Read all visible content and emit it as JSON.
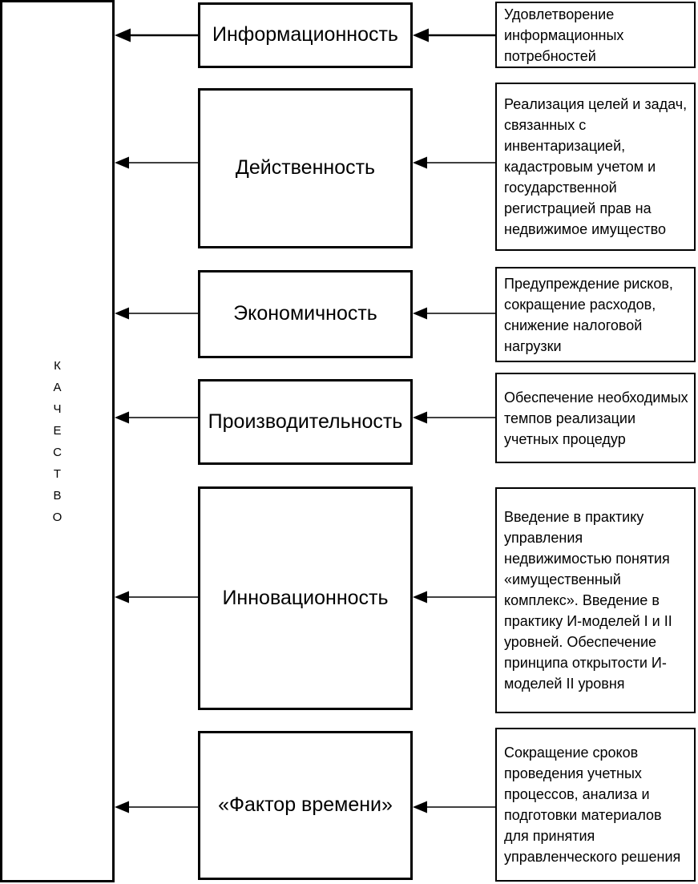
{
  "diagram": {
    "root": {
      "word": "КАЧЕСТВО",
      "letters": [
        "К",
        "А",
        "Ч",
        "Е",
        "С",
        "Т",
        "В",
        "О"
      ]
    },
    "rows": [
      {
        "criterion": "Информационность",
        "description": "Удовлетворение информационных потребностей"
      },
      {
        "criterion": "Действенность",
        "description": "Реализация целей и задач, связанных с инвентаризацией, кадастровым учетом и государственной регистрацией прав на недвижимое имущество"
      },
      {
        "criterion": "Экономичность",
        "description": "Предупреждение рисков, сокращение расходов, снижение налоговой нагрузки"
      },
      {
        "criterion": "Производительность",
        "description": "Обеспечение необходимых темпов реализации учетных процедур"
      },
      {
        "criterion": "Инновационность",
        "description": "Введение в практику управления недвижимостью понятия «имущественный комплекс». Введение в практику И-моделей I и II уровней. Обеспечение принципа открытости И-моделей II уровня"
      },
      {
        "criterion": "«Фактор времени»",
        "description": "Сокращение сроков проведения учетных процессов, анализа и подготовки материалов для принятия управленческого решения"
      }
    ],
    "colors": {
      "line": "#000000",
      "background": "#ffffff"
    }
  }
}
